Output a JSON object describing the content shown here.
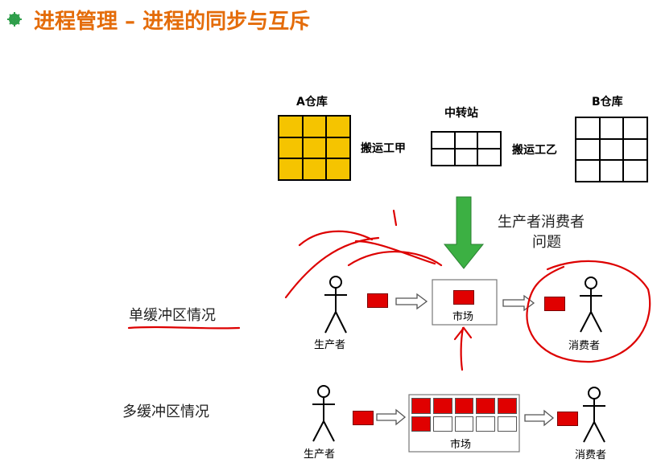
{
  "title": "进程管理 – 进程的同步与互斥",
  "warehouse_a": {
    "label": "A仓库"
  },
  "warehouse_b": {
    "label": "B仓库"
  },
  "transfer": {
    "label": "中转站"
  },
  "porter_1": "搬运工甲",
  "porter_2": "搬运工乙",
  "problem": {
    "line1": "生产者消费者",
    "line2": "问题"
  },
  "single_buffer": {
    "label": "单缓冲区情况",
    "producer": "生产者",
    "market": "市场",
    "consumer": "消费者"
  },
  "multi_buffer": {
    "label": "多缓冲区情况",
    "producer": "生产者",
    "market": "市场",
    "consumer": "消费者"
  },
  "colors": {
    "title": "#e46c0a",
    "goods": "#f5c400",
    "item": "#e00000",
    "arrow_down": "#3cb043",
    "annotation": "#dd0000"
  }
}
